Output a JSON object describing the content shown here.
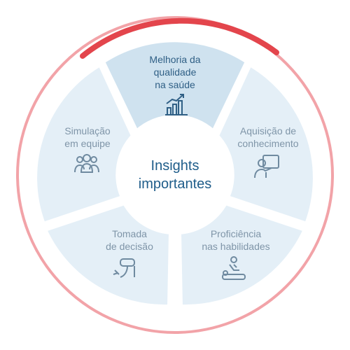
{
  "center": {
    "title": "Insights\nimportantes"
  },
  "segments": [
    {
      "label": "Melhoria da\nqualidade\nna saúde",
      "icon": "growth-chart-icon",
      "active": true
    },
    {
      "label": "Aquisição de\nconhecimento",
      "icon": "presenter-board-icon",
      "active": false
    },
    {
      "label": "Proficiência\nnas habilidades",
      "icon": "massage-therapy-icon",
      "active": false
    },
    {
      "label": "Tomada\nde decisão",
      "icon": "vr-headset-icon",
      "active": false
    },
    {
      "label": "Simulação\nem equipe",
      "icon": "team-group-icon",
      "active": false
    }
  ],
  "colors": {
    "ring": "#f2a3a8",
    "ring_accent": "#e3454c",
    "segment_fill": "#e4eff7",
    "segment_active_fill": "#cfe2ef",
    "segment_border": "#ffffff",
    "center_fill": "#ffffff",
    "text": "#7f95a8",
    "text_active": "#2f5f85",
    "icon": "#6f8aa0",
    "icon_active": "#2f5f85"
  }
}
